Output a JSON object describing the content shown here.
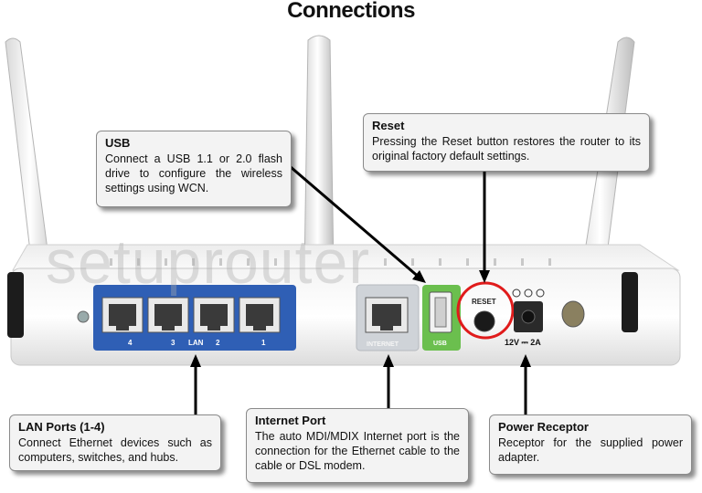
{
  "title": "Connections",
  "watermark": "setuprouter",
  "callouts": {
    "usb": {
      "heading": "USB",
      "body": "Connect a USB 1.1 or 2.0 flash drive to configure the wireless settings using WCN."
    },
    "reset": {
      "heading": "Reset",
      "body": "Pressing the Reset button restores the router to its original factory default settings."
    },
    "lan": {
      "heading": "LAN Ports (1-4)",
      "body": "Connect Ethernet devices such as computers, switches, and hubs."
    },
    "internet": {
      "heading": "Internet Port",
      "body": "The auto MDI/MDIX Internet port is the connection for the Ethernet cable to the cable or DSL modem."
    },
    "power": {
      "heading": "Power Receptor",
      "body": "Receptor for the supplied power adapter."
    }
  },
  "router_labels": {
    "lan_numbers": [
      "4",
      "3",
      "2",
      "1"
    ],
    "lan": "LAN",
    "internet": "INTERNET",
    "usb": "USB",
    "reset": "RESET",
    "power": "12V ⎓ 2A"
  },
  "colors": {
    "lan_panel": "#2f5fb5",
    "usb_panel": "#6bbf4e",
    "internet_panel": "#cfd3d8",
    "reset_circle": "#e01b1b"
  }
}
